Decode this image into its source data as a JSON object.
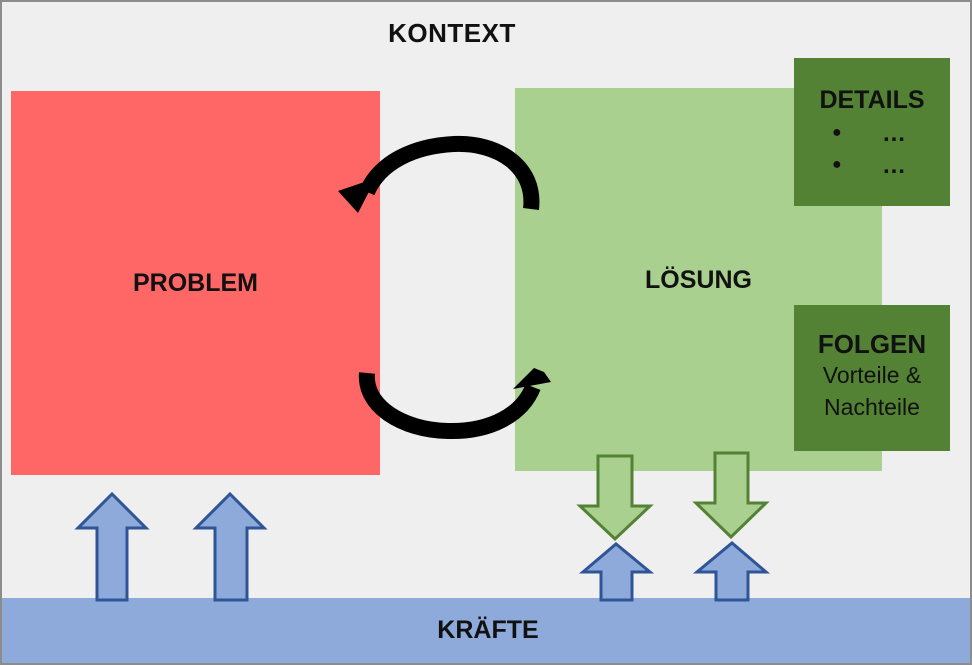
{
  "title": "KONTEXT",
  "problem": {
    "label": "PROBLEM",
    "color": "#ff6666"
  },
  "solution": {
    "label": "LÖSUNG",
    "color": "#a9d08e"
  },
  "details": {
    "title": "DETAILS",
    "items": [
      "…",
      "…"
    ],
    "color": "#548235"
  },
  "consequences": {
    "title": "FOLGEN",
    "line1": "Vorteile &",
    "line2": "Nachteile",
    "color": "#548235"
  },
  "forces": {
    "label": "KRÄFTE",
    "color": "#8eaadb"
  },
  "colors": {
    "background": "#efefef",
    "border": "#8c8c8c",
    "force_arrow_fill": "#8eaadb",
    "force_arrow_stroke": "#2f5597",
    "consequence_arrow_fill": "#a9d08e",
    "consequence_arrow_stroke": "#548235",
    "cycle_arrow": "#000000"
  },
  "icons": {
    "cycle_top": "curved-arrow-left-icon",
    "cycle_bottom": "curved-arrow-right-icon",
    "force": "up-arrow-icon",
    "consequence": "down-arrow-icon"
  }
}
